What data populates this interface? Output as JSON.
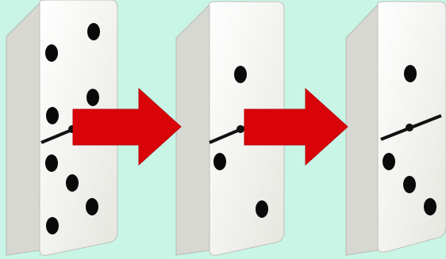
{
  "colors": {
    "background": "#c8f5e6",
    "domino_face": "#f2f2ee",
    "domino_side": "#dcdcd6",
    "pip": "#0a0a0a",
    "arrow": "#d9040a"
  },
  "dominoes": [
    {
      "top_pips": 4,
      "bottom_pips": 4
    },
    {
      "top_pips": 1,
      "bottom_pips": 2
    },
    {
      "top_pips": 1,
      "bottom_pips": 3
    }
  ],
  "arrows": {
    "count": 2,
    "direction": "right"
  }
}
